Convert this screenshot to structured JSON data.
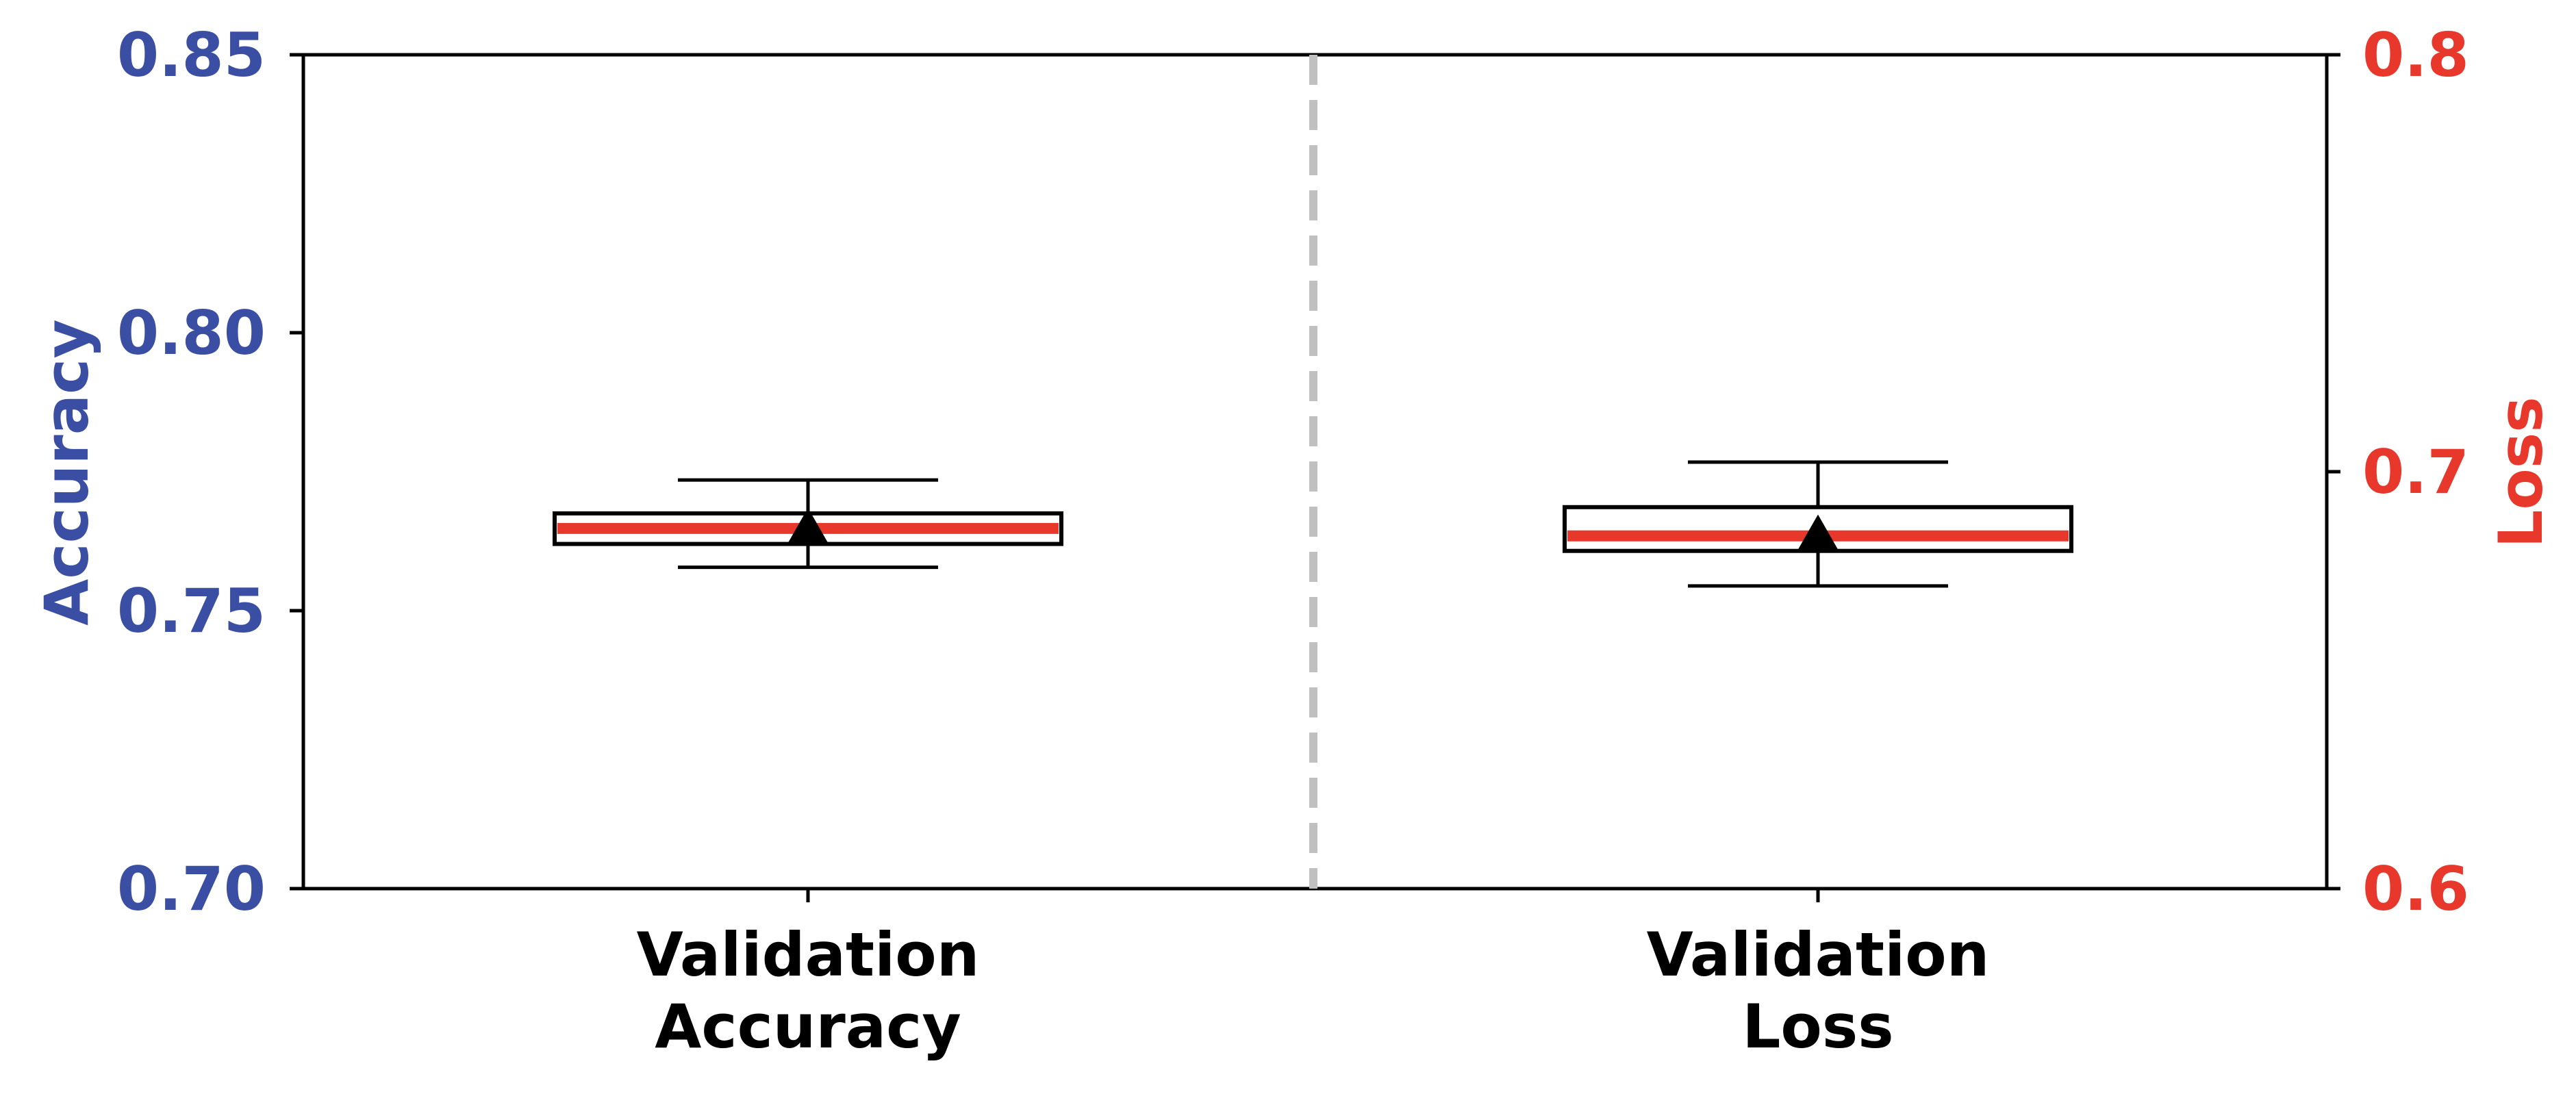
{
  "chart_data": {
    "type": "box",
    "categories": [
      "Validation\nAccuracy",
      "Validation\nLoss"
    ],
    "left_axis": {
      "label": "Accuracy",
      "color": "#3a4fa3",
      "ylim": [
        0.7,
        0.85
      ],
      "ticks": [
        0.7,
        0.75,
        0.8,
        0.85
      ],
      "tick_labels": [
        "0.70",
        "0.75",
        "0.80",
        "0.85"
      ]
    },
    "right_axis": {
      "label": "Loss",
      "color": "#e8372b",
      "ylim": [
        0.6,
        0.8
      ],
      "ticks": [
        0.6,
        0.7,
        0.8
      ],
      "tick_labels": [
        "0.6",
        "0.7",
        "0.8"
      ]
    },
    "boxes": [
      {
        "name": "Validation Accuracy",
        "axis": "left",
        "whisker_low": 0.7578,
        "q1": 0.762,
        "median": 0.7648,
        "q3": 0.7675,
        "whisker_high": 0.7735,
        "mean": 0.7648
      },
      {
        "name": "Validation Loss",
        "axis": "right",
        "whisker_low": 0.6726,
        "q1": 0.681,
        "median": 0.6846,
        "q3": 0.6915,
        "whisker_high": 0.7023,
        "mean": 0.6848
      }
    ],
    "median_color": "#e8372b",
    "mean_marker": "triangle",
    "divider": {
      "style": "dashed",
      "color": "#c0c0c0"
    },
    "grid": false
  }
}
